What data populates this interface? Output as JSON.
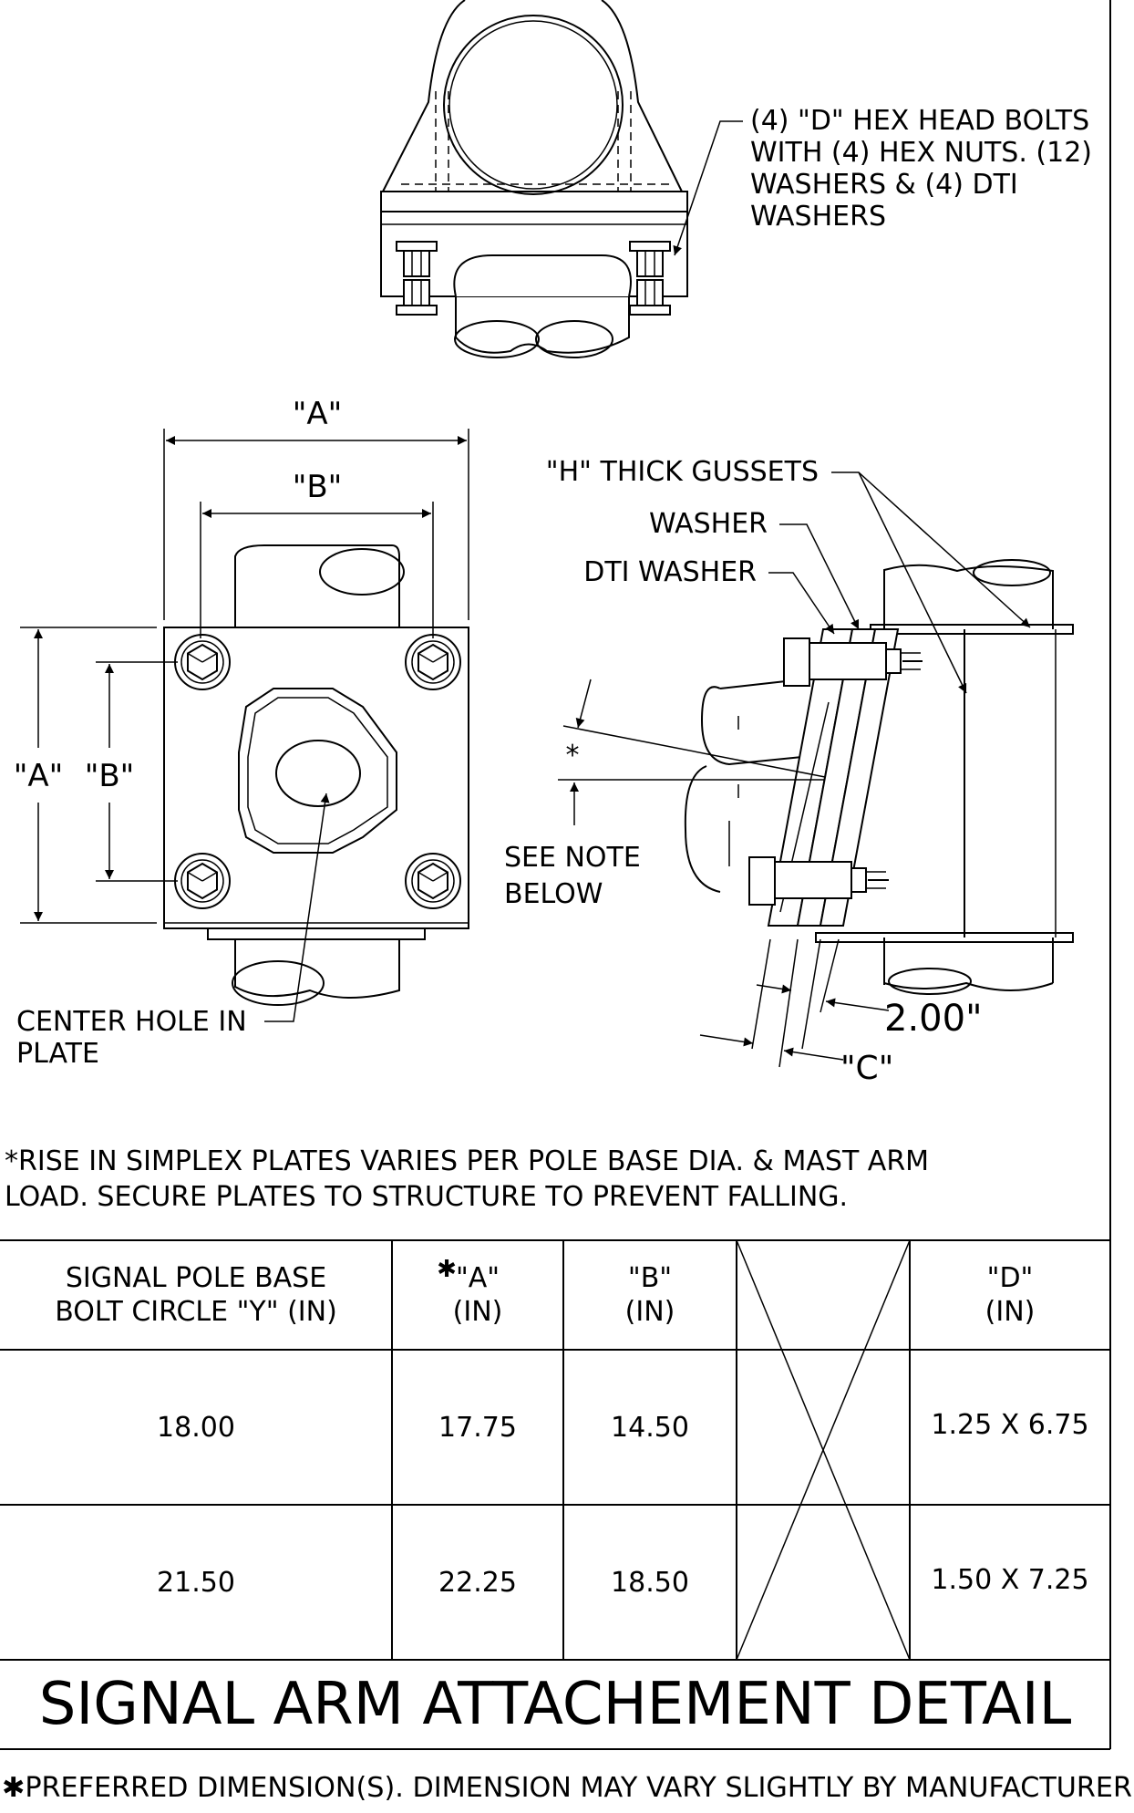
{
  "callouts": {
    "bolts": [
      "(4)  \"D\" HEX HEAD BOLTS",
      "WITH (4) HEX NUTS. (12)",
      "WASHERS & (4) DTI",
      "WASHERS"
    ],
    "gussets": "\"H\" THICK GUSSETS",
    "washer": "WASHER",
    "dti_washer": "DTI WASHER",
    "see_note": [
      "SEE NOTE",
      "BELOW"
    ],
    "center_hole": [
      "CENTER HOLE IN",
      "PLATE"
    ],
    "asterisk": "*"
  },
  "dimensions": {
    "a_top": "\"A\"",
    "b_top": "\"B\"",
    "a_side": "\"A\"",
    "b_side": "\"B\"",
    "two": "2.00\"",
    "c": "\"C\""
  },
  "note": [
    "*RISE IN SIMPLEX PLATES VARIES PER POLE BASE DIA. & MAST ARM",
    "LOAD. SECURE PLATES TO STRUCTURE TO PREVENT FALLING."
  ],
  "table": {
    "headers": [
      [
        "SIGNAL POLE BASE",
        "BOLT CIRCLE   \"Y\" (IN)"
      ],
      [
        "\"A\"",
        "(IN)"
      ],
      [
        "\"B\"",
        "(IN)"
      ],
      [],
      [
        "\"D\"",
        "(IN)"
      ]
    ],
    "asterisk_mark": "✱",
    "rows": [
      [
        "18.00",
        "17.75",
        "14.50",
        "",
        "1.25 X 6.75"
      ],
      [
        "21.50",
        "22.25",
        "18.50",
        "",
        "1.50 X 7.25"
      ]
    ]
  },
  "title": "SIGNAL ARM ATTACHEMENT DETAIL",
  "footer": "✱PREFERRED DIMENSION(S). DIMENSION MAY VARY SLIGHTLY BY MANUFACTURER"
}
